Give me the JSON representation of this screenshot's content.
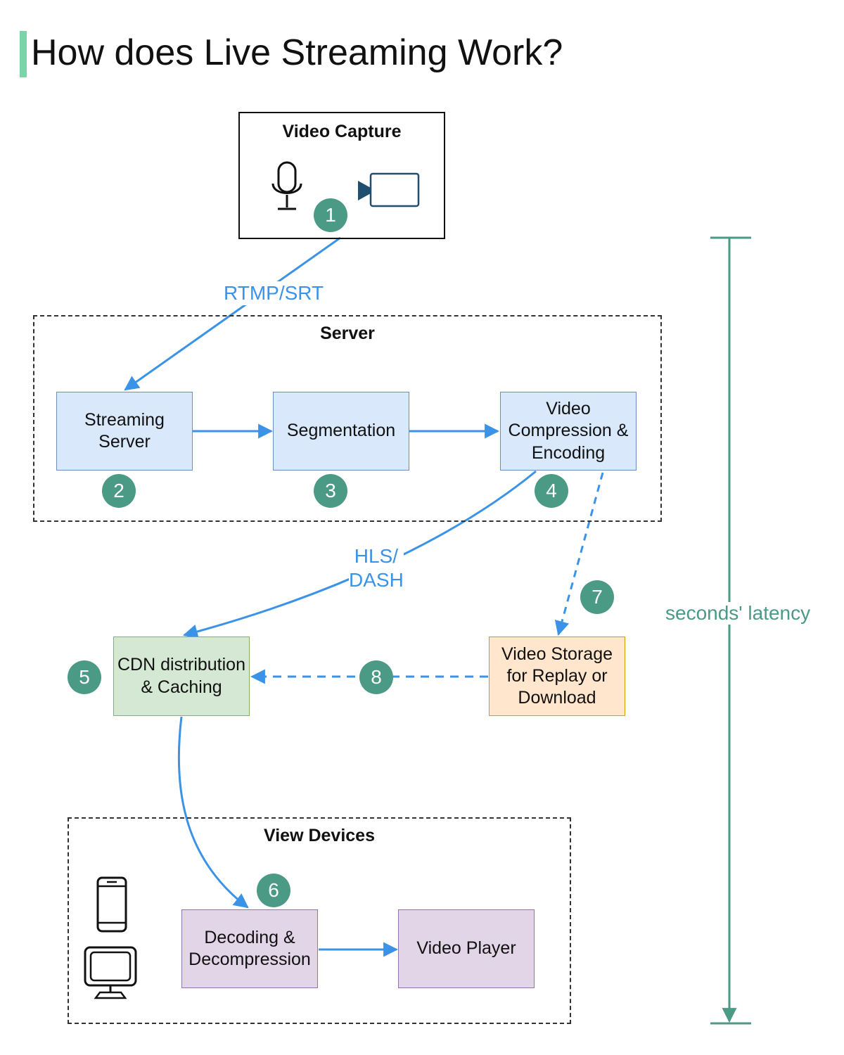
{
  "title": "How does Live Streaming Work?",
  "groups": {
    "capture": "Video Capture",
    "server": "Server",
    "devices": "View Devices"
  },
  "nodes": {
    "streaming_server": "Streaming\nServer",
    "segmentation": "Segmentation",
    "compression": "Video\nCompression &\nEncoding",
    "cdn": "CDN distribution\n& Caching",
    "storage": "Video Storage\nfor Replay or\nDownload",
    "decoding": "Decoding &\nDecompression",
    "player": "Video Player"
  },
  "steps": [
    "1",
    "2",
    "3",
    "4",
    "5",
    "6",
    "7",
    "8"
  ],
  "edge_labels": {
    "rtmp": "RTMP/SRT",
    "hls": "HLS/\nDASH"
  },
  "latency": "seconds' latency",
  "icons": [
    "microphone-icon",
    "video-camera-icon",
    "smartphone-icon",
    "desktop-monitor-icon"
  ],
  "colors": {
    "accent": "#7dd3a8",
    "badge": "#4a9a86",
    "arrow": "#3b93e8",
    "blue_box": "#dae8fc",
    "green_box": "#d5e8d4",
    "orange_box": "#ffe6cc",
    "purple_box": "#e1d5e7"
  }
}
